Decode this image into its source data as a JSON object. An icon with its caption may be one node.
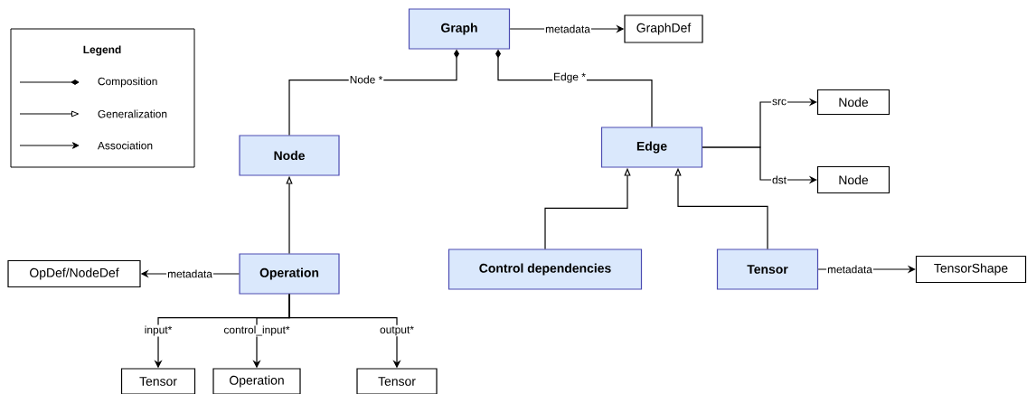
{
  "diagram": {
    "nodes": [
      {
        "text": [
          "Graph"
        ]
      },
      {
        "text": [
          "GraphDef"
        ]
      },
      {
        "text": [
          "Node"
        ]
      },
      {
        "text": [
          "Edge"
        ]
      },
      {
        "text": [
          "Node"
        ]
      },
      {
        "text": [
          "Node"
        ]
      },
      {
        "text": [
          "Operation"
        ]
      },
      {
        "text": [
          "OpDef/NodeDef"
        ]
      },
      {
        "text": [
          "Control dependencies"
        ]
      },
      {
        "text": [
          "Tensor"
        ]
      },
      {
        "text": [
          "TensorShape"
        ]
      },
      {
        "text": [
          "Tensor"
        ]
      },
      {
        "text": [
          "Operation"
        ]
      },
      {
        "text": [
          "Tensor"
        ]
      }
    ],
    "edges": [
      {
        "from": 0,
        "to": 1,
        "arrow": "to",
        "label": "metadata"
      },
      {
        "from": 0,
        "to": 2,
        "arrow": "other",
        "label": "Node *"
      },
      {
        "from": 0,
        "to": 3,
        "arrow": "other",
        "label": "Edge *"
      },
      {
        "from": 3,
        "to": 4,
        "arrow": "to",
        "label": "src"
      },
      {
        "from": 3,
        "to": 5,
        "arrow": "to",
        "label": "dst"
      },
      {
        "from": 6,
        "to": 2,
        "arrow": "to"
      },
      {
        "from": 8,
        "to": 3,
        "arrow": "to"
      },
      {
        "from": 9,
        "to": 3,
        "arrow": "to"
      },
      {
        "from": 9,
        "to": 10,
        "arrow": "to",
        "label": "metadata"
      },
      {
        "from": 6,
        "to": 7,
        "arrow": "to",
        "label": "metadata"
      },
      {
        "from": 6,
        "to": 11,
        "arrow": "to",
        "label": "input*"
      },
      {
        "from": 6,
        "to": 12,
        "arrow": "to",
        "label": "control_input*"
      },
      {
        "from": 6,
        "to": 13,
        "arrow": "to",
        "label": "output*"
      }
    ],
    "labels": [
      "Legend"
    ],
    "legend": [
      {
        "text": "Composition"
      },
      {
        "text": "Generalization"
      },
      {
        "text": "Association"
      }
    ]
  }
}
